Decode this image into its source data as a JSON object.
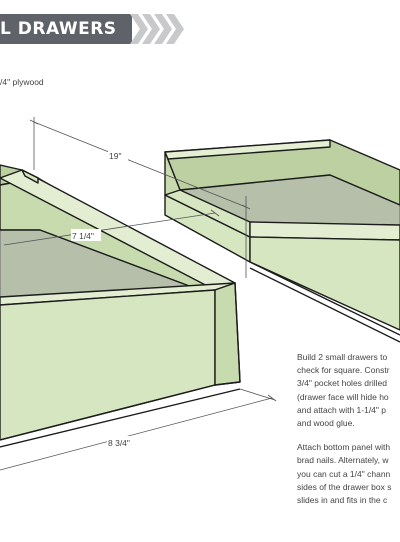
{
  "header": {
    "title": "L DRAWERS",
    "accent_color": "#5f6268",
    "chevron_color": "#c8c9cb"
  },
  "materials": {
    "text": "/4\" plywood"
  },
  "diagram": {
    "drawer_color": "#d6e6c0",
    "drawer_shadow_color": "#8a9e70",
    "outline_color": "#1c1c1c",
    "dimensions": {
      "length": "19\"",
      "inner_width": "7 1/4\"",
      "outer_width": "8 3/4\""
    }
  },
  "instructions": {
    "paragraph1": [
      "Build 2 small drawers to",
      "check for square. Constr",
      "3/4\" pocket holes drilled",
      "(drawer face will hide ho",
      "and attach with 1-1/4\" p",
      "and wood glue."
    ],
    "paragraph2": [
      "Attach bottom panel with",
      "brad nails. Alternately, w",
      "you can cut a 1/4\" chann",
      "sides of the drawer box s",
      "slides in and fits in the c"
    ]
  }
}
